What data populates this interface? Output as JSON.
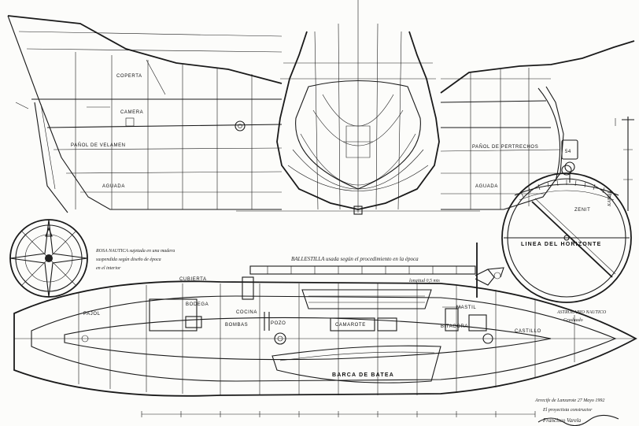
{
  "profile_labels": {
    "coperta": "COPERTA",
    "camera": "CAMERA",
    "paniol_left": "PAÑOL DE VELAMEN",
    "paniol_right": "PAÑOL DE PERTRECHOS",
    "agua_left": "AGUADA",
    "agua_right": "AGUADA"
  },
  "ballestilla_caption": "BALLESTILLA usada según el procedimiento en la época",
  "compass_caption_1": "ROSA NAUTICA sujetada en una madera",
  "compass_caption_2": "suspendida según diseño de época",
  "compass_caption_3": "en el interior",
  "plan_labels": {
    "bodega": "BODEGA",
    "cocina": "COCINA",
    "cubierta": "CUBIERTA",
    "bombas": "BOMBAS",
    "pozo": "POZO",
    "mastil": "MASTIL",
    "pajol": "PAJOL",
    "barca": "BARCA DE BATEA",
    "camarote": "CAMAROTE",
    "bitacora": "BITACORA",
    "castillo": "CASTILLO"
  },
  "astrolabe": {
    "horizon_label": "LINEA DEL HORIZONTE",
    "zenith_label": "ZENIT",
    "caption_1": "ASTROLABIO NAUTICO",
    "caption_2": "Graduado"
  },
  "kamal_label": "KAMAL",
  "scale_note": "longitud 0,5 mts",
  "signature_lines": [
    "Arrecife de Lanzarote 27 Mayo 1992",
    "El proyectista constructor"
  ],
  "signature_name": "Francisco Varela"
}
